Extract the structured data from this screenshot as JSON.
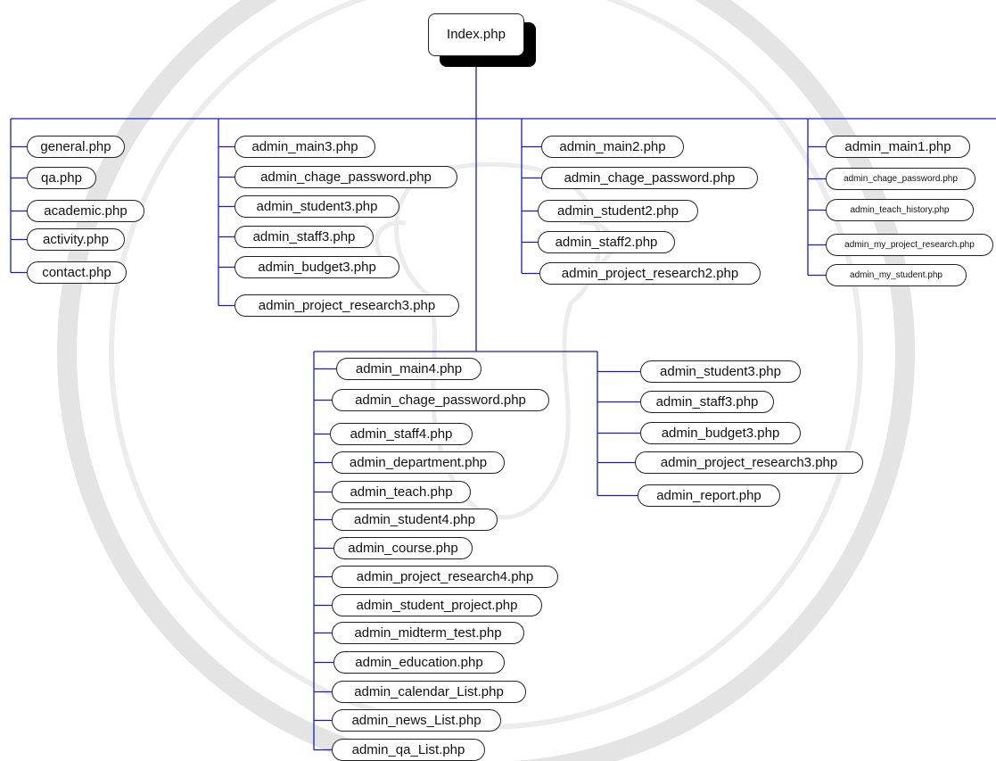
{
  "root": "Index.php",
  "colors": {
    "connector": "#1a1acc",
    "node_border": "#222222",
    "shadow": "#000000",
    "watermark": "#dedede"
  },
  "groups": {
    "public": [
      "general.php",
      "qa.php",
      "academic.php",
      "activity.php",
      "contact.php"
    ],
    "admin3": [
      "admin_main3.php",
      "admin_chage_password.php",
      "admin_student3.php",
      "admin_staff3.php",
      "admin_budget3.php",
      "admin_project_research3.php"
    ],
    "admin2": [
      "admin_main2.php",
      "admin_chage_password.php",
      "admin_student2.php",
      "admin_staff2.php",
      "admin_project_research2.php"
    ],
    "admin1": [
      "admin_main1.php",
      "admin_chage_password.php",
      "admin_teach_history.php",
      "admin_my_project_research.php",
      "admin_my_student.php"
    ],
    "admin4": [
      "admin_main4.php",
      "admin_chage_password.php",
      "admin_staff4.php",
      "admin_department.php",
      "admin_teach.php",
      "admin_student4.php",
      "admin_course.php",
      "admin_project_research4.php",
      "admin_student_project.php",
      "admin_midterm_test.php",
      "admin_education.php",
      "admin_calendar_List.php",
      "admin_news_List.php",
      "admin_qa_List.php"
    ],
    "admin4_sub": [
      "admin_student3.php",
      "admin_staff3.php",
      "admin_budget3.php",
      "admin_project_research3.php",
      "admin_report.php"
    ]
  }
}
